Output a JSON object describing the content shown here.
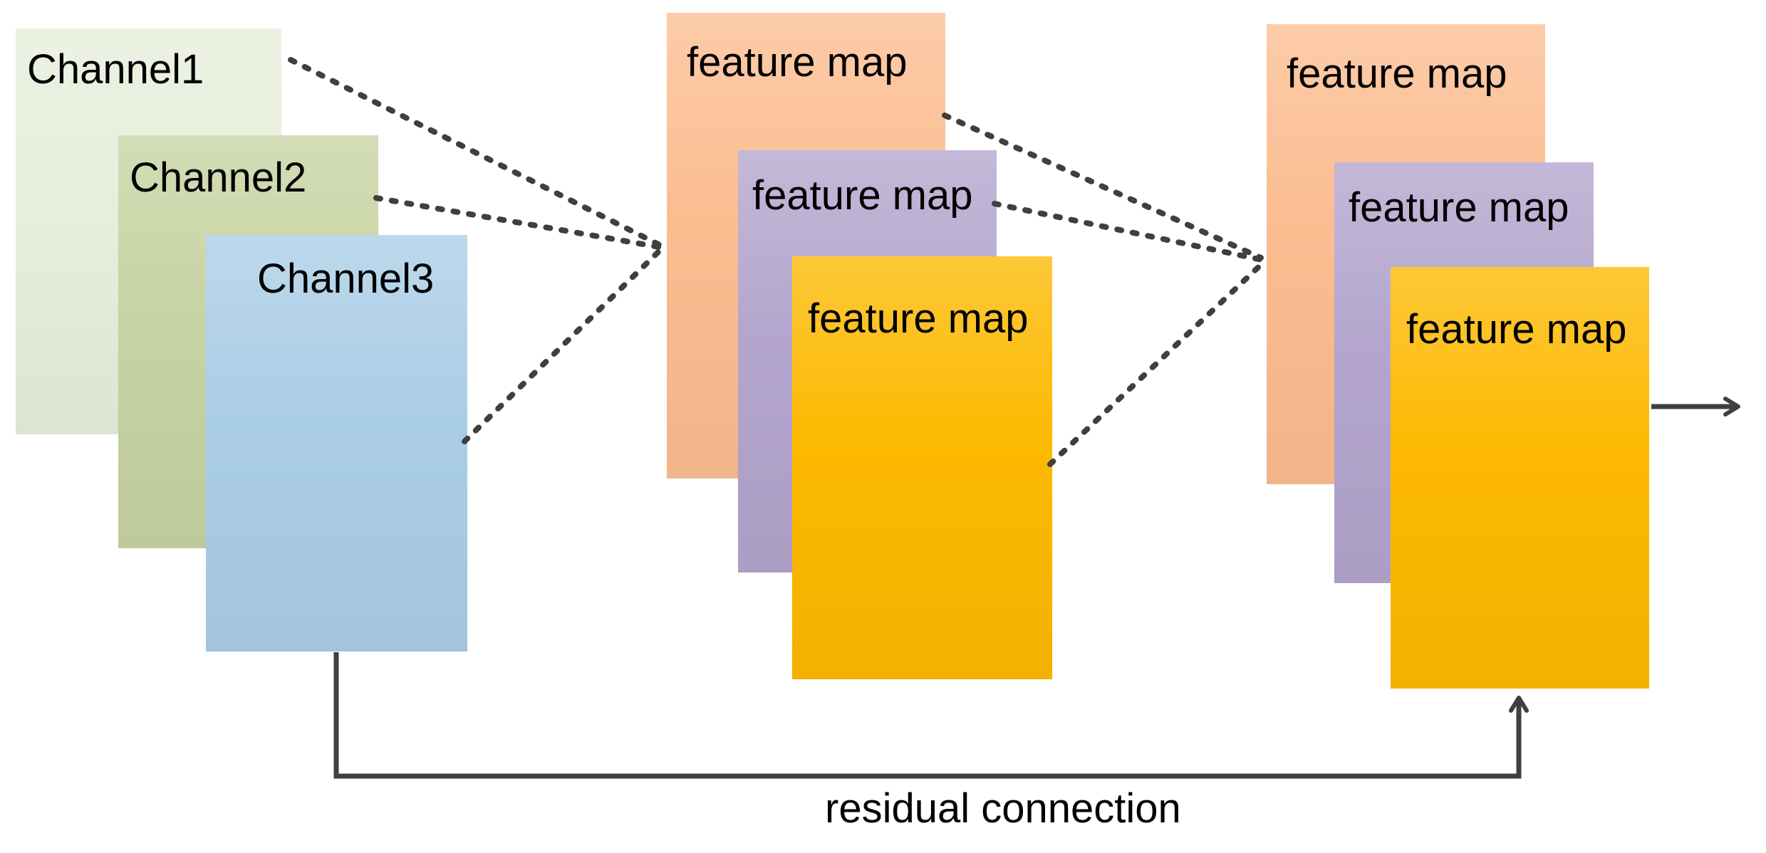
{
  "palette": {
    "background": "#ffffff",
    "line": "#3f3f3f",
    "text": "#000000"
  },
  "input_group": {
    "boxes": [
      {
        "label": "Channel1",
        "color": "#e7eedb"
      },
      {
        "label": "Channel2",
        "color": "#c7d3a2"
      },
      {
        "label": "Channel3",
        "color": "#aacde6"
      }
    ]
  },
  "middle_group": {
    "boxes": [
      {
        "label": "feature map",
        "color": "#fbbd90"
      },
      {
        "label": "feature map",
        "color": "#b3a5cd"
      },
      {
        "label": "feature map",
        "color": "#fdb900"
      }
    ]
  },
  "output_group": {
    "boxes": [
      {
        "label": "feature map",
        "color": "#fbbd90"
      },
      {
        "label": "feature map",
        "color": "#b3a5cd"
      },
      {
        "label": "feature map",
        "color": "#fdb900"
      }
    ]
  },
  "annotations": {
    "residual_label": "residual connection"
  }
}
